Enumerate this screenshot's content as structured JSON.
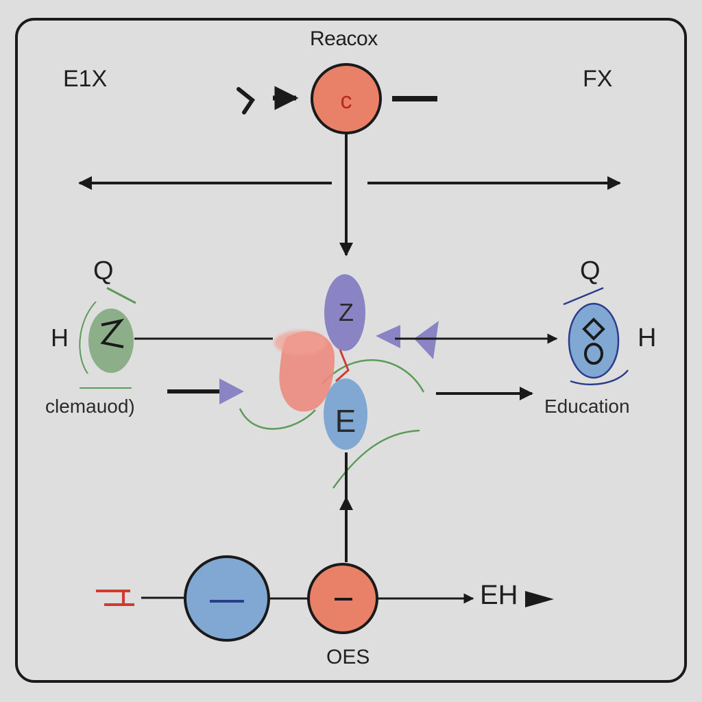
{
  "labels": {
    "title": "Reacox",
    "top_left": "E1X",
    "top_right": "FX",
    "q_left": "Q",
    "h_left": "H",
    "q_right": "Q",
    "h_right": "H",
    "left_text": "clemauod)",
    "right_text": "Education",
    "output": "EH",
    "bottom": "OES",
    "top_node_glyph": "c",
    "center_upper_glyph": "Z",
    "center_lower_glyph": "E"
  },
  "colors": {
    "frame": "#1a1a1a",
    "background": "#dedede",
    "orange_node": "#e98168",
    "blue_node": "#80a8d2",
    "purple_node": "#8a84c4",
    "red_node": "#ec8a80",
    "green_node": "#8cae88",
    "green_curve": "#5b9a58",
    "red_mark": "#d23a2e",
    "navy_mark": "#2b3d8a"
  }
}
